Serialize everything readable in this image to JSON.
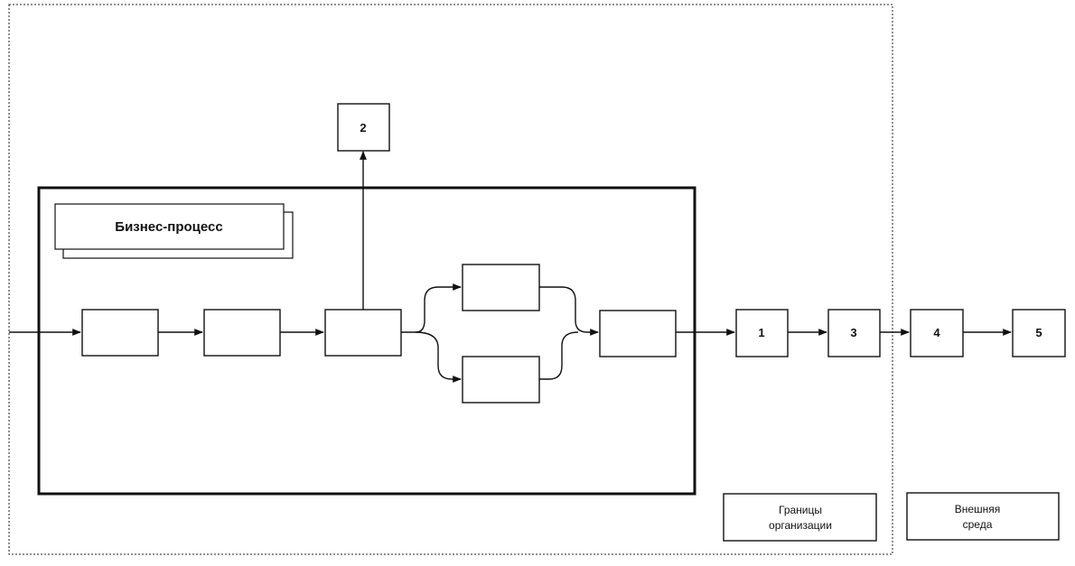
{
  "diagram": {
    "process_title": "Бизнес-процесс",
    "external_nodes": {
      "n1": "1",
      "n2": "2",
      "n3": "3",
      "n4": "4",
      "n5": "5"
    },
    "legend": {
      "org_line1": "Границы",
      "org_line2": "организации",
      "env_line1": "Внешняя",
      "env_line2": "среда"
    }
  }
}
